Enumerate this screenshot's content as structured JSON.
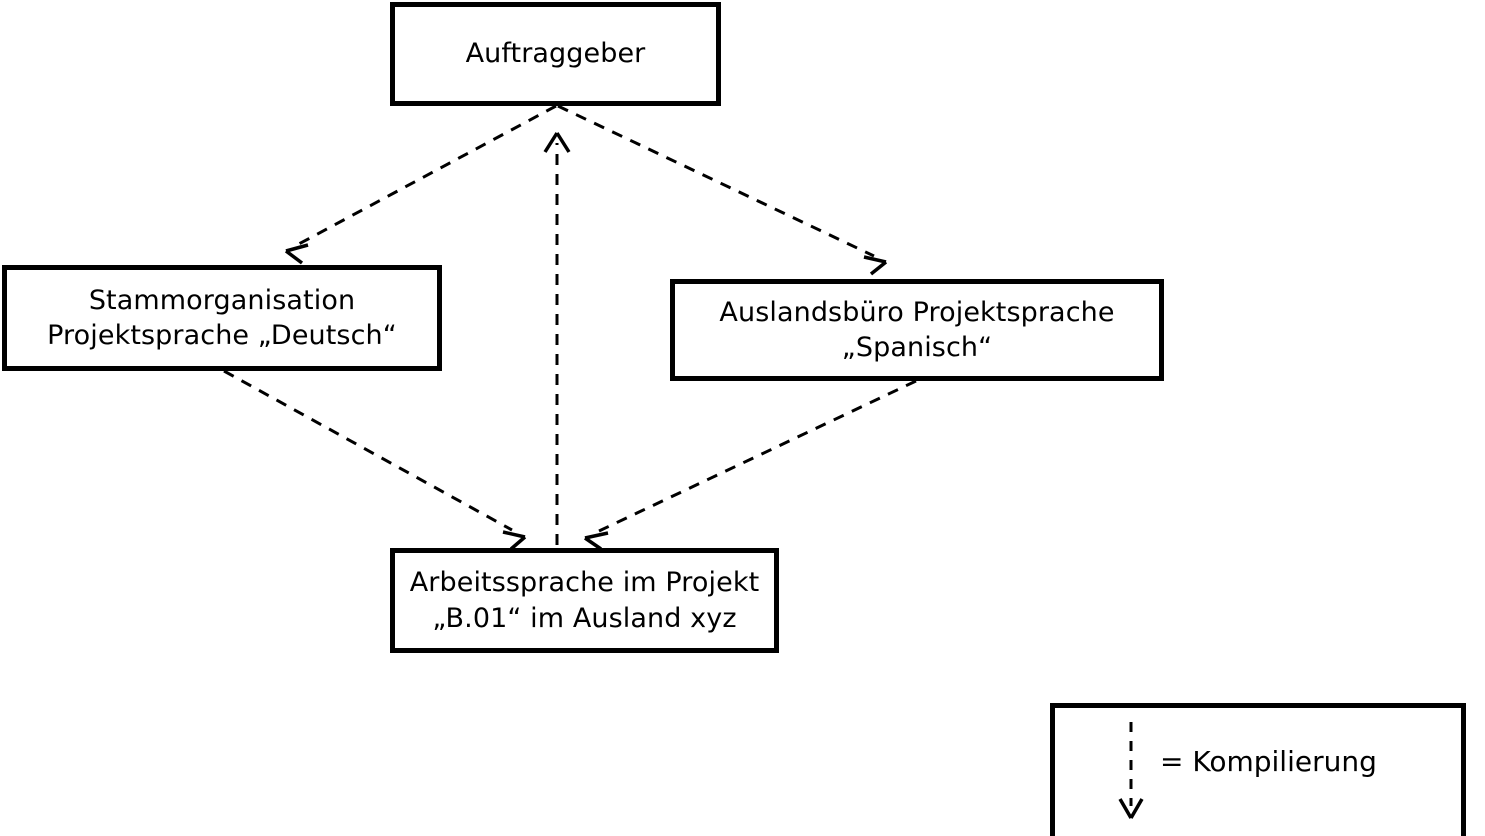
{
  "diagram": {
    "title_text_nodes": {
      "auftraggeber": "Auftraggeber",
      "stammorganisation": "Stammorganisation\nProjektsprache „Deutsch“",
      "auslandsbuero": "Auslandsbüro Projektsprache\n„Spanisch“",
      "arbeitssprache": "Arbeitssprache im Projekt\n„B.01“ im Ausland xyz"
    },
    "legend": {
      "arrow_symbol": "dashed-down-arrow",
      "text": "=  Kompilierung"
    },
    "colors": {
      "stroke": "#000000",
      "fill": "#ffffff",
      "text": "#000000"
    },
    "edges": [
      {
        "name": "auftraggeber-to-stammorganisation",
        "from": "auftraggeber",
        "to": "stammorganisation",
        "style": "dashed",
        "arrowhead": "open-end"
      },
      {
        "name": "auftraggeber-to-auslandsbuero",
        "from": "auftraggeber",
        "to": "auslandsbuero",
        "style": "dashed",
        "arrowhead": "open-end"
      },
      {
        "name": "arbeitssprache-to-auftraggeber",
        "from": "arbeitssprache",
        "to": "auftraggeber",
        "style": "dashed",
        "arrowhead": "open-end"
      },
      {
        "name": "stammorganisation-to-arbeitssprache",
        "from": "stammorganisation",
        "to": "arbeitssprache",
        "style": "dashed",
        "arrowhead": "open-end"
      },
      {
        "name": "auslandsbuero-to-arbeitssprache",
        "from": "auslandsbuero",
        "to": "arbeitssprache",
        "style": "dashed",
        "arrowhead": "open-end"
      }
    ]
  }
}
